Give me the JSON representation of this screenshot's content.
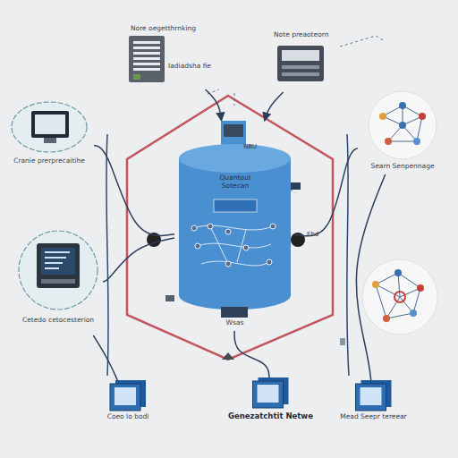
{
  "diagram": {
    "nodes": [
      {
        "text": [
          "Nore oegetthrnking",
          "Iadiadsha fie"
        ]
      },
      {
        "text": [
          "Note preaoteorn"
        ]
      },
      {
        "text": [
          "Cranie prerprecaitihe"
        ]
      },
      {
        "text": [
          "Quantout Sotecan",
          "Wsas"
        ]
      },
      {
        "text": [
          "Searn Senpennage"
        ]
      },
      {
        "text": [
          "Cetedo cetocesterion"
        ]
      },
      {
        "text": [
          "Coeo lo bodl"
        ]
      },
      {
        "text": [
          "Genezatchtit Netwe"
        ]
      },
      {
        "text": [
          "Mead Seepr tereear"
        ]
      }
    ],
    "edges": [
      {
        "from": 0,
        "to": 3,
        "arrow": "to"
      },
      {
        "from": 1,
        "to": 3,
        "arrow": "to"
      },
      {
        "from": 2,
        "to": 3,
        "arrow": "none"
      },
      {
        "from": 5,
        "to": 3,
        "arrow": "none"
      },
      {
        "from": 3,
        "to": 4,
        "arrow": "none"
      },
      {
        "from": 3,
        "to": 7,
        "arrow": "none"
      },
      {
        "from": 5,
        "to": 6,
        "arrow": "none"
      },
      {
        "from": 4,
        "to": 8,
        "arrow": "none"
      }
    ],
    "labels": [
      "NBU",
      "Ehd"
    ]
  }
}
